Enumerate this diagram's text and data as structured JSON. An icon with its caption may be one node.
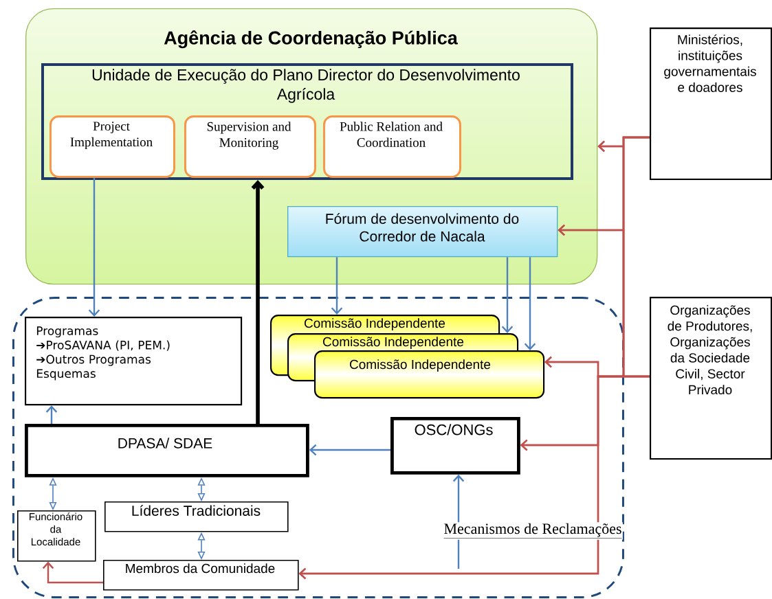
{
  "diagram": {
    "nodes": [
      {
        "text": [
          "Agência de Coordenação Pública"
        ]
      },
      {
        "text": [
          "Unidade de Execução do Plano Director do Desenvolvimento Agrícola"
        ],
        "in": 0
      },
      {
        "text": [
          "Project Implementation"
        ],
        "in": 1
      },
      {
        "text": [
          "Supervision and Monitoring"
        ],
        "in": 1
      },
      {
        "text": [
          "Public Relation and Coordination"
        ],
        "in": 1
      },
      {
        "text": [
          "Fórum de desenvolvimento do Corredor de Nacala"
        ],
        "in": 0
      },
      {
        "text": [
          "Ministérios, instituições governamentais e doadores"
        ]
      },
      {
        "text": [],
        "shape": "box"
      },
      {
        "text": [
          "Programas",
          "➔ProSAVANA (PI, PEM.)",
          "➔Outros Programas",
          "Esquemas"
        ],
        "in": 7
      },
      {
        "text": [
          "Comissão Independente"
        ],
        "in": 7
      },
      {
        "text": [
          "Comissão Independente"
        ],
        "in": 7
      },
      {
        "text": [
          "Comissão Independente"
        ],
        "in": 7
      },
      {
        "text": [
          "DPASA/ SDAE"
        ],
        "in": 7
      },
      {
        "text": [
          "OSC/ONGs"
        ],
        "in": 7
      },
      {
        "text": [
          "Funcionário da Localidade"
        ],
        "in": 7
      },
      {
        "text": [
          "Líderes Tradicionais"
        ],
        "in": 7
      },
      {
        "text": [
          "Membros da Comunidade"
        ],
        "in": 7
      },
      {
        "text": [
          "Organizações de Produtores, Organizações da Sociedade Civil, Sector Privado"
        ]
      }
    ],
    "edges": [
      {
        "from": 2,
        "to": 8,
        "arrow": "to",
        "color": "#4f81bd"
      },
      {
        "from": 12,
        "to": 8,
        "arrow": "to",
        "color": "#4f81bd"
      },
      {
        "from": 12,
        "to": 1,
        "arrow": "to",
        "style": "thick",
        "color": "#000000"
      },
      {
        "from": 5,
        "to": 9,
        "arrow": "to",
        "color": "#4f81bd"
      },
      {
        "from": 5,
        "to": 10,
        "arrow": "to",
        "color": "#4f81bd"
      },
      {
        "from": 5,
        "to": 11,
        "arrow": "to",
        "color": "#4f81bd"
      },
      {
        "from": 13,
        "to": 12,
        "arrow": "to",
        "color": "#4f81bd"
      },
      {
        "from": 12,
        "to": 14,
        "arrow": "both",
        "color": "#4f81bd"
      },
      {
        "from": 12,
        "to": 15,
        "arrow": "both",
        "color": "#4f81bd"
      },
      {
        "from": 15,
        "to": 16,
        "arrow": "both",
        "color": "#4f81bd"
      },
      {
        "from": 16,
        "to": 14,
        "arrow": "to",
        "color": "#c0504d"
      },
      {
        "from": null,
        "to": 13,
        "arrow": "to",
        "color": "#4f81bd"
      },
      {
        "from": 6,
        "to": 0,
        "arrow": "to",
        "color": "#c0504d"
      },
      {
        "from": 6,
        "to": 5,
        "arrow": "to",
        "color": "#c0504d"
      },
      {
        "from": 6,
        "to": 11,
        "arrow": "to",
        "color": "#c0504d"
      },
      {
        "from": 6,
        "to": 13,
        "arrow": "to",
        "color": "#c0504d"
      },
      {
        "from": 6,
        "to": 16,
        "arrow": "to",
        "color": "#c0504d"
      },
      {
        "from": 17,
        "to": 0,
        "arrow": "to",
        "color": "#c0504d"
      },
      {
        "from": 17,
        "to": 5,
        "arrow": "to",
        "color": "#c0504d"
      },
      {
        "from": 17,
        "to": 11,
        "arrow": "to",
        "color": "#c0504d"
      },
      {
        "from": 17,
        "to": 13,
        "arrow": "to",
        "color": "#c0504d"
      },
      {
        "from": 17,
        "to": 16,
        "arrow": "to",
        "color": "#c0504d"
      }
    ],
    "labels": [
      "Mecanismos de Reclamações"
    ]
  }
}
